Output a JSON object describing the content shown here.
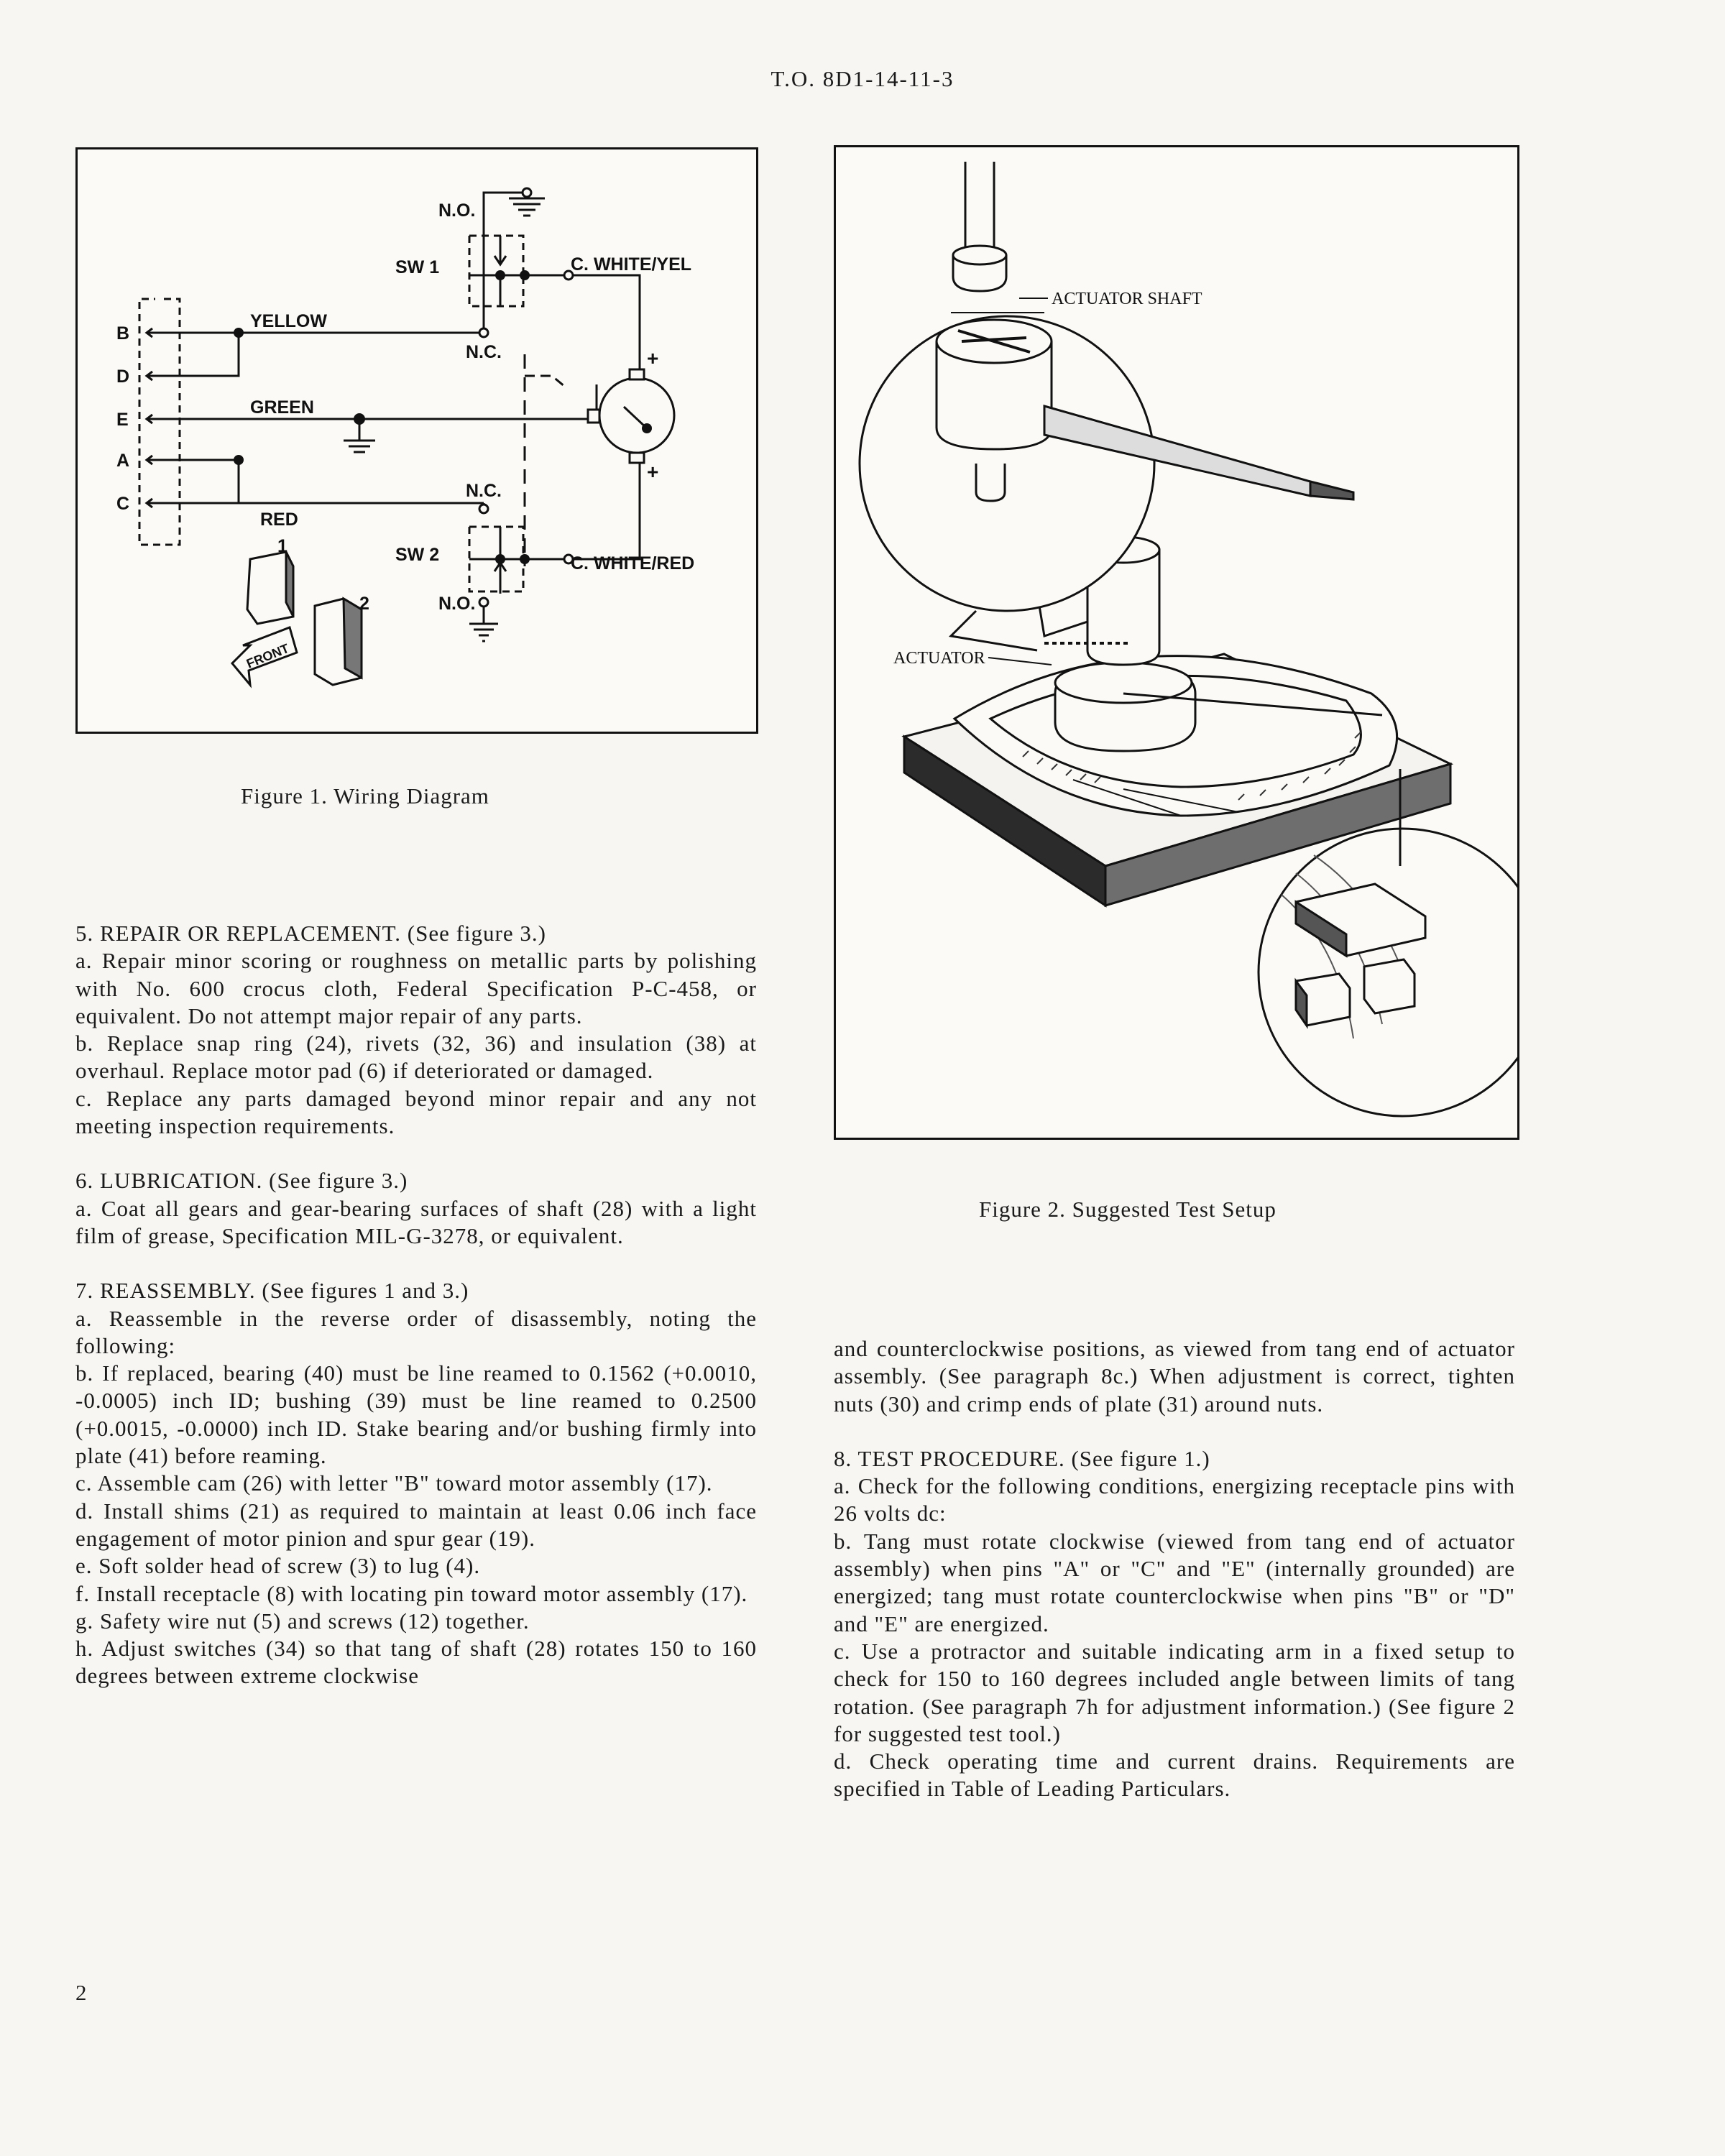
{
  "header": {
    "doc_number": "T.O. 8D1-14-11-3"
  },
  "figure1": {
    "caption": "Figure 1.  Wiring Diagram",
    "pins": [
      "B",
      "D",
      "E",
      "A",
      "C"
    ],
    "wire_labels": {
      "yellow": "YELLOW",
      "green": "GREEN",
      "red": "RED"
    },
    "switches": {
      "sw1": {
        "name": "SW 1",
        "no": "N.O.",
        "nc": "N.C.",
        "c": "C. WHITE/YEL"
      },
      "sw2": {
        "name": "SW 2",
        "no": "N.O.",
        "nc": "N.C.",
        "c": "C. WHITE/RED"
      }
    },
    "callouts": {
      "one": "1",
      "two": "2",
      "front": "FRONT"
    },
    "polarity": {
      "plus_top": "+",
      "plus_bottom": "+"
    }
  },
  "figure2": {
    "caption": "Figure 2.  Suggested Test Setup",
    "callouts": {
      "actuator_shaft": "ACTUATOR SHAFT",
      "actuator": "ACTUATOR"
    }
  },
  "left_column": [
    "5.  REPAIR OR REPLACEMENT.  (See figure 3.)",
    "a.  Repair minor scoring or roughness on metallic parts by polishing with No. 600 crocus cloth, Federal Specification P-C-458, or equivalent. Do not attempt major repair of any parts.",
    "b.  Replace snap ring (24), rivets (32, 36) and insulation (38) at overhaul. Replace motor pad (6) if deteriorated or damaged.",
    "c.  Replace any parts damaged beyond minor repair and any not meeting inspection requirements.",
    "6.  LUBRICATION.  (See figure 3.)",
    "a.  Coat all gears and gear-bearing surfaces of shaft (28) with a light film of grease, Specification MIL-G-3278, or equivalent.",
    "7.  REASSEMBLY.  (See figures 1 and 3.)",
    "a.  Reassemble in the reverse order of disassembly, noting the following:",
    "b.  If replaced, bearing (40) must be line reamed to 0.1562 (+0.0010, -0.0005) inch ID; bushing (39) must be line reamed to 0.2500 (+0.0015, -0.0000) inch ID. Stake bearing and/or bushing firmly into plate (41) before reaming.",
    "c.  Assemble cam (26) with letter \"B\" toward motor assembly (17).",
    "d.  Install shims (21) as required to maintain at least 0.06 inch face engagement of motor pinion and spur gear (19).",
    "e.  Soft solder head of screw (3) to lug (4).",
    "f.  Install receptacle (8) with locating pin toward motor assembly (17).",
    "g.  Safety wire nut (5) and screws (12) together.",
    "h.  Adjust switches (34) so that tang of shaft (28) rotates 150 to 160 degrees between extreme clockwise"
  ],
  "right_column": [
    "and counterclockwise positions, as viewed from tang end of actuator assembly. (See paragraph 8c.) When adjustment is correct, tighten nuts (30) and crimp ends of plate (31) around nuts.",
    "8.  TEST PROCEDURE.  (See figure 1.)",
    "a.  Check for the following conditions, energizing receptacle pins with 26 volts dc:",
    "b.  Tang must rotate clockwise (viewed from tang end of actuator assembly) when pins \"A\" or \"C\" and \"E\" (internally grounded) are energized; tang must rotate counterclockwise when pins \"B\" or \"D\" and \"E\" are energized.",
    "c.  Use a protractor and suitable indicating arm in a fixed setup to check for 150 to 160 degrees included angle between limits of tang rotation. (See paragraph 7h for adjustment information.) (See figure 2 for suggested test tool.)",
    "d.  Check operating time and current drains. Requirements are specified in Table of Leading Particulars."
  ],
  "page_number": "2"
}
